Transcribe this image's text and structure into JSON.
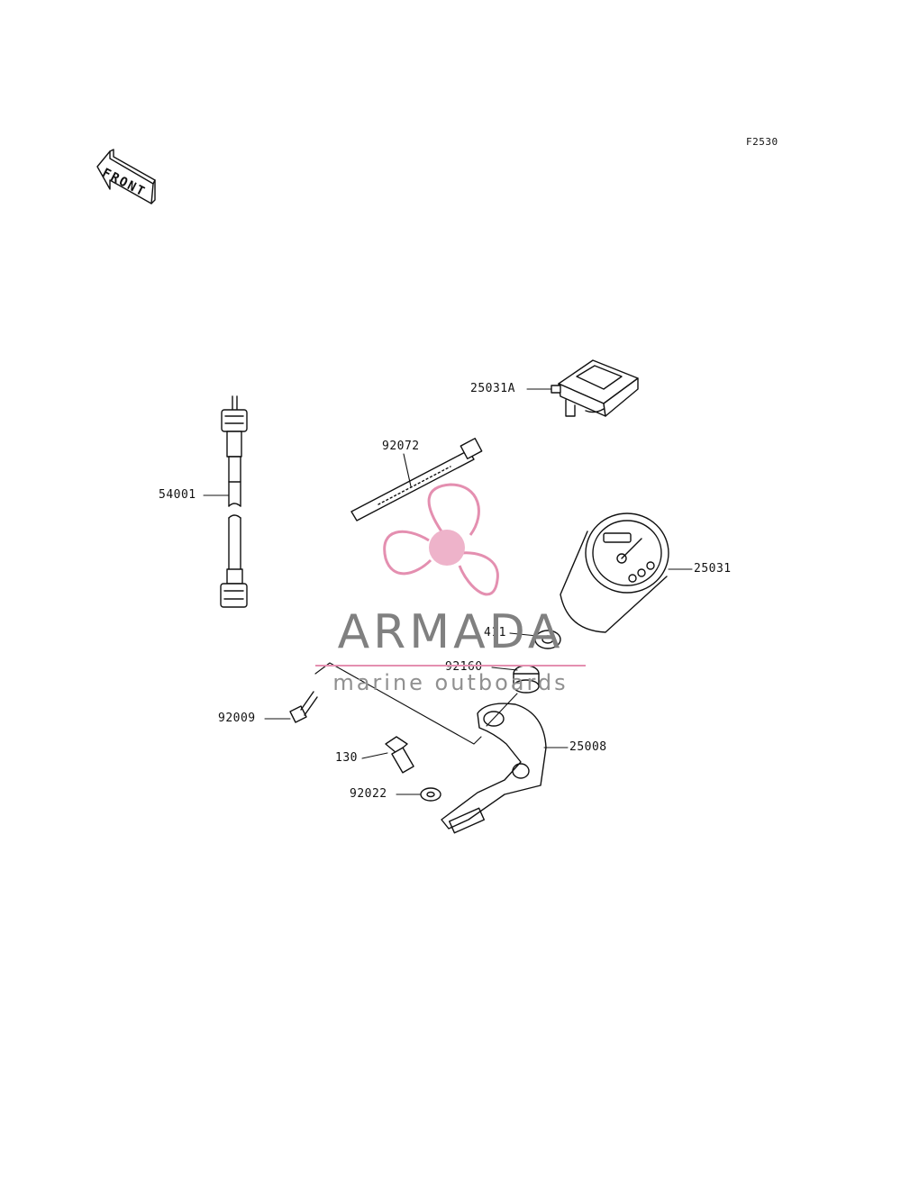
{
  "diagram_code": "F2530",
  "front_label": "FRONT",
  "parts": [
    {
      "id": "25031A",
      "name_key": "label-25031a"
    },
    {
      "id": "92072",
      "name_key": "label-92072"
    },
    {
      "id": "54001",
      "name_key": "label-54001"
    },
    {
      "id": "25031",
      "name_key": "label-25031"
    },
    {
      "id": "411",
      "name_key": "label-411"
    },
    {
      "id": "92160",
      "name_key": "label-92160"
    },
    {
      "id": "92009",
      "name_key": "label-92009"
    },
    {
      "id": "130",
      "name_key": "label-130"
    },
    {
      "id": "25008",
      "name_key": "label-25008"
    },
    {
      "id": "92022",
      "name_key": "label-92022"
    }
  ],
  "watermark": {
    "name": "ARMADA",
    "tagline": "marine outboards",
    "accent_color": "#e48fb0"
  }
}
